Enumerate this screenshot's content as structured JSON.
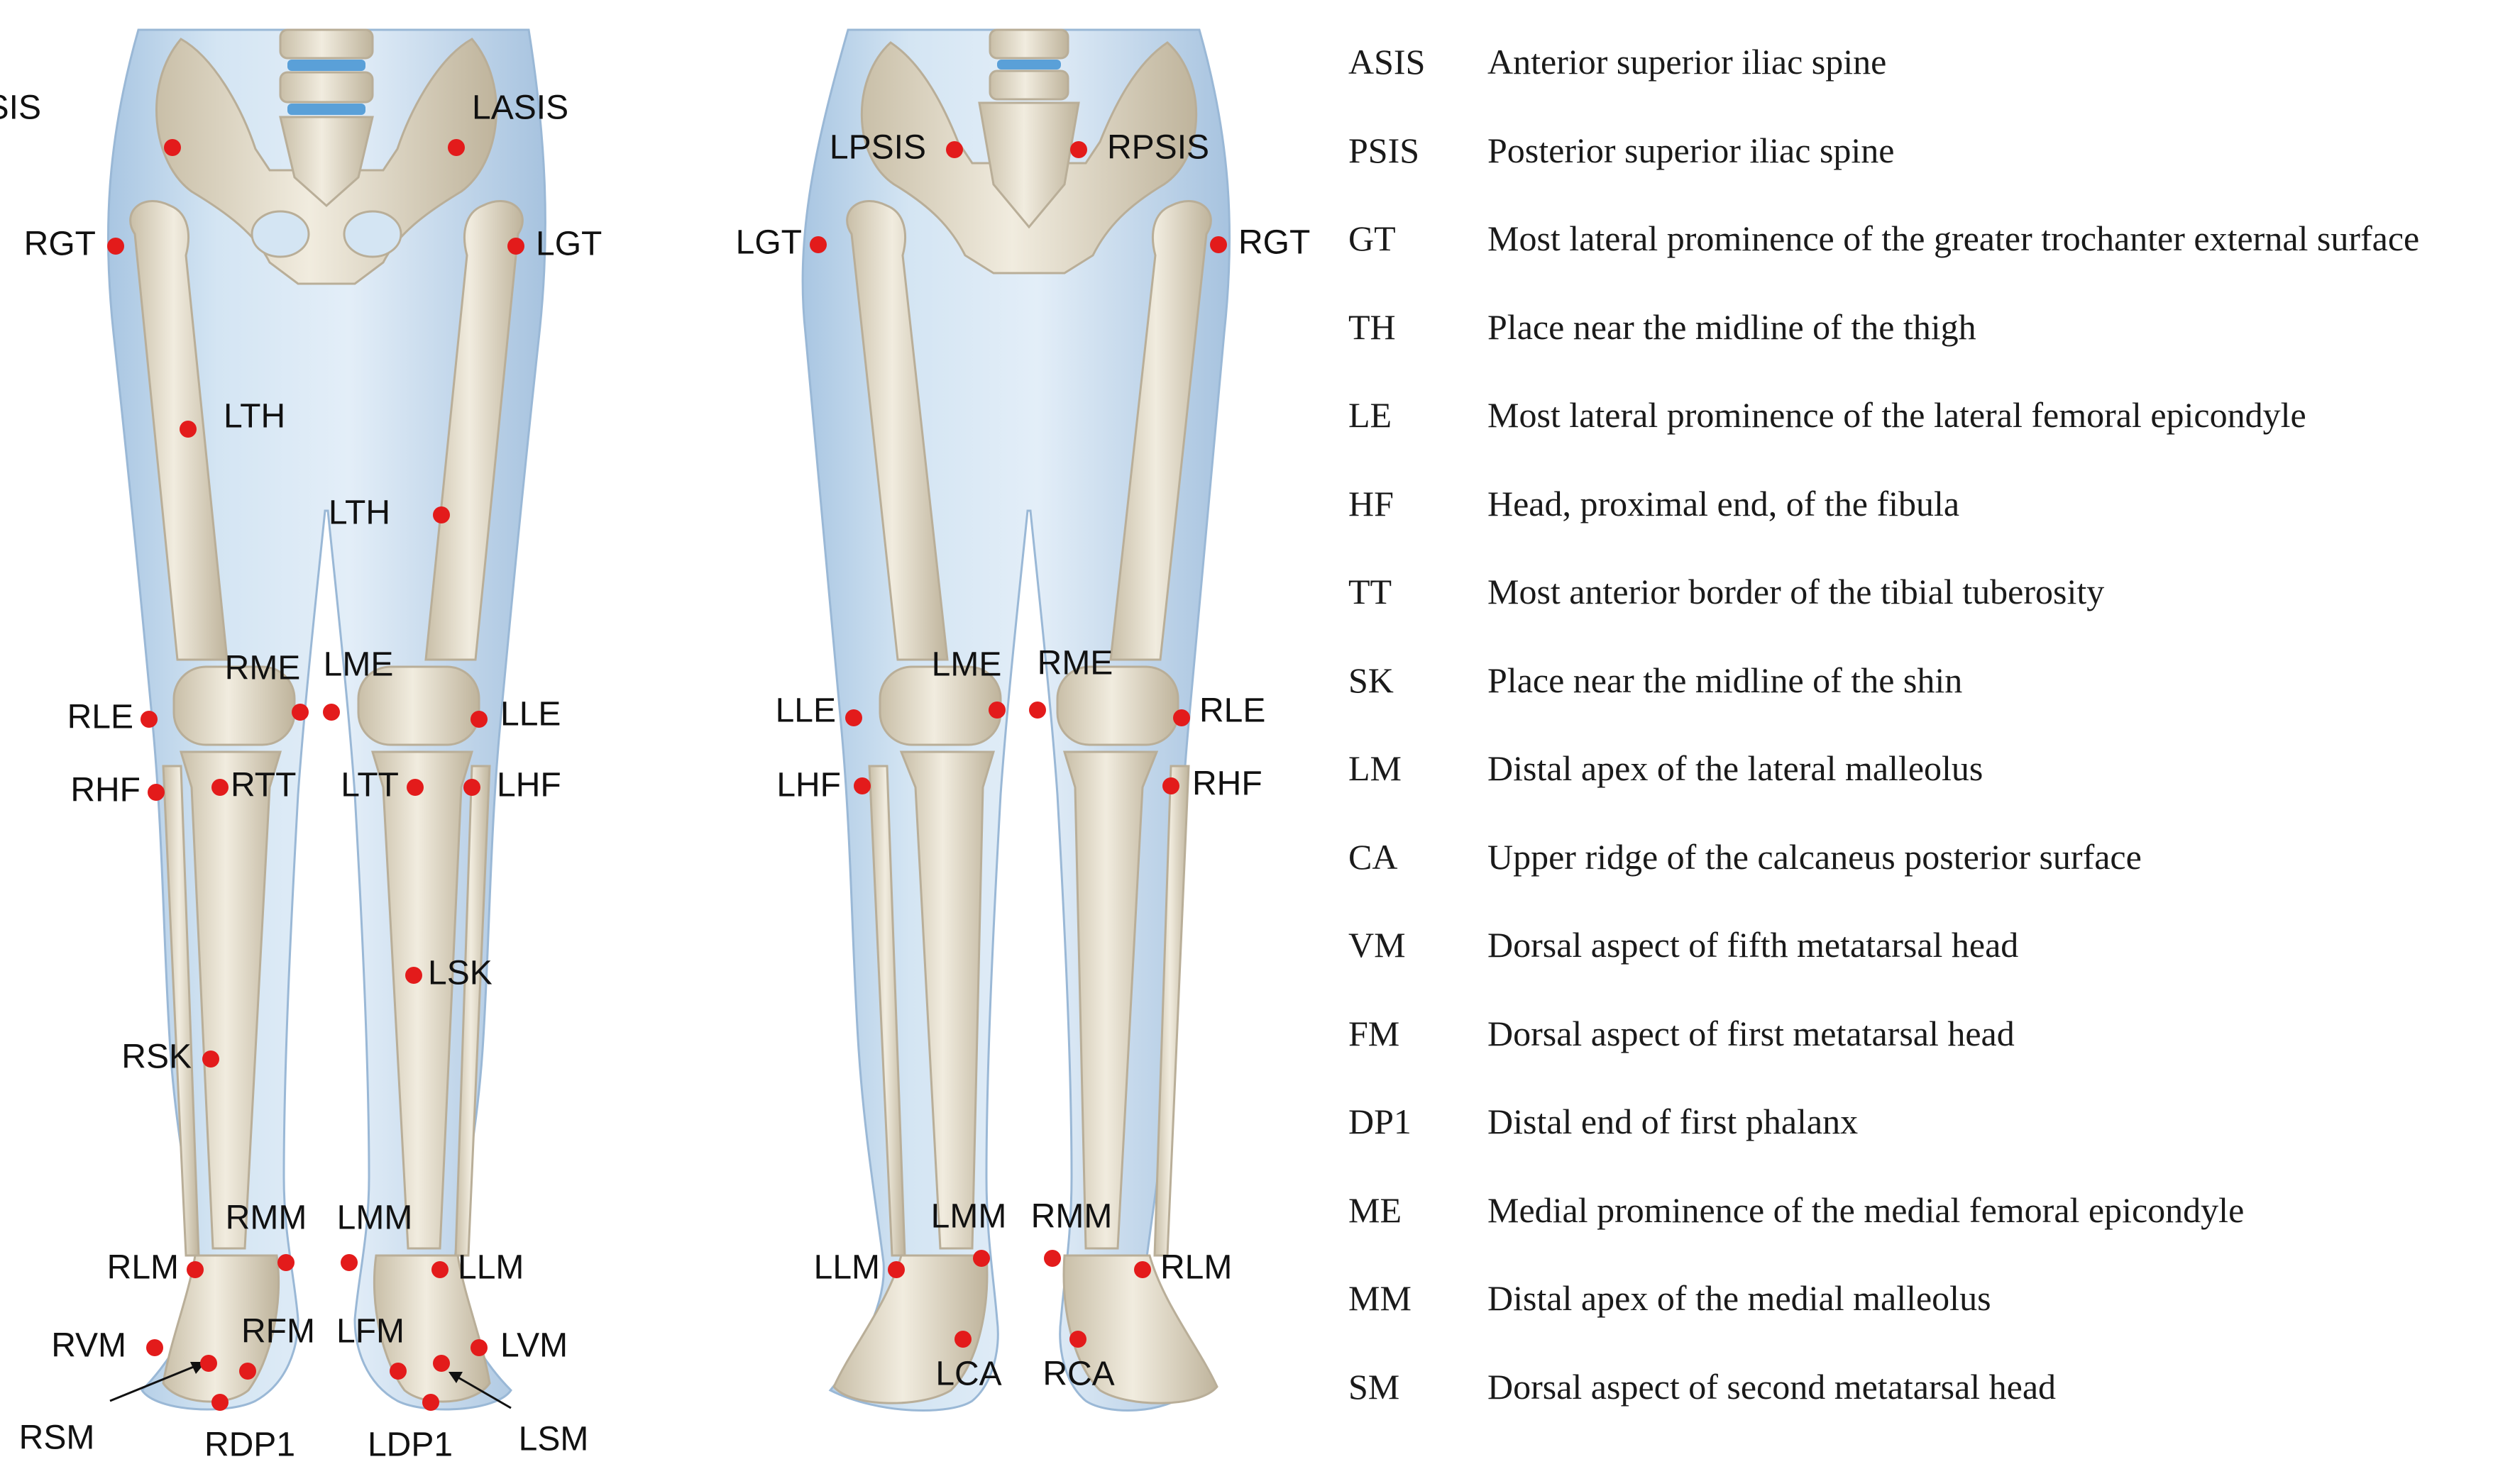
{
  "colors": {
    "marker": "#e31b1b",
    "skin": "#c7dced",
    "skin_edge": "#9ab8d6",
    "bone": "#e9e3d5",
    "bone_edge": "#b9ae98",
    "disc": "#5aa0d8",
    "label": "#111111"
  },
  "views": [
    {
      "name": "anterior",
      "markers": [
        {
          "id": "RASIS",
          "label": "RASIS"
        },
        {
          "id": "LASIS",
          "label": "LASIS"
        },
        {
          "id": "RGT",
          "label": "RGT"
        },
        {
          "id": "LGT",
          "label": "LGT"
        },
        {
          "id": "LTH1",
          "label": "LTH"
        },
        {
          "id": "LTH2",
          "label": "LTH"
        },
        {
          "id": "RME",
          "label": "RME"
        },
        {
          "id": "LME",
          "label": "LME"
        },
        {
          "id": "RLE",
          "label": "RLE"
        },
        {
          "id": "LLE",
          "label": "LLE"
        },
        {
          "id": "RHF",
          "label": "RHF"
        },
        {
          "id": "RTT",
          "label": "RTT"
        },
        {
          "id": "LTT",
          "label": "LTT"
        },
        {
          "id": "LHF",
          "label": "LHF"
        },
        {
          "id": "LSK",
          "label": "LSK"
        },
        {
          "id": "RSK",
          "label": "RSK"
        },
        {
          "id": "RMM",
          "label": "RMM"
        },
        {
          "id": "LMM",
          "label": "LMM"
        },
        {
          "id": "RLM",
          "label": "RLM"
        },
        {
          "id": "LLM",
          "label": "LLM"
        },
        {
          "id": "RVM",
          "label": "RVM"
        },
        {
          "id": "RFM",
          "label": "RFM"
        },
        {
          "id": "LFM",
          "label": "LFM"
        },
        {
          "id": "LVM",
          "label": "LVM"
        },
        {
          "id": "RSM",
          "label": "RSM"
        },
        {
          "id": "RDP1",
          "label": "RDP1"
        },
        {
          "id": "LDP1",
          "label": "LDP1"
        },
        {
          "id": "LSM",
          "label": "LSM"
        }
      ]
    },
    {
      "name": "posterior",
      "markers": [
        {
          "id": "LPSIS",
          "label": "LPSIS"
        },
        {
          "id": "RPSIS",
          "label": "RPSIS"
        },
        {
          "id": "LGT",
          "label": "LGT"
        },
        {
          "id": "RGT",
          "label": "RGT"
        },
        {
          "id": "LLE",
          "label": "LLE"
        },
        {
          "id": "LME",
          "label": "LME"
        },
        {
          "id": "RME",
          "label": "RME"
        },
        {
          "id": "RLE",
          "label": "RLE"
        },
        {
          "id": "LHF",
          "label": "LHF"
        },
        {
          "id": "RHF",
          "label": "RHF"
        },
        {
          "id": "LLM",
          "label": "LLM"
        },
        {
          "id": "LMM",
          "label": "LMM"
        },
        {
          "id": "RMM",
          "label": "RMM"
        },
        {
          "id": "RLM",
          "label": "RLM"
        },
        {
          "id": "LCA",
          "label": "LCA"
        },
        {
          "id": "RCA",
          "label": "RCA"
        }
      ]
    }
  ],
  "legend": [
    {
      "abbr": "ASIS",
      "desc": "Anterior superior iliac spine"
    },
    {
      "abbr": "PSIS",
      "desc": "Posterior superior iliac spine"
    },
    {
      "abbr": "GT",
      "desc": "Most lateral prominence of the greater trochanter external surface"
    },
    {
      "abbr": "TH",
      "desc": "Place near the midline of the thigh"
    },
    {
      "abbr": "LE",
      "desc": "Most lateral prominence of the lateral femoral epicondyle"
    },
    {
      "abbr": "HF",
      "desc": "Head, proximal end, of the fibula"
    },
    {
      "abbr": "TT",
      "desc": "Most anterior border of the tibial tuberosity"
    },
    {
      "abbr": "SK",
      "desc": "Place near the midline of the shin"
    },
    {
      "abbr": "LM",
      "desc": "Distal apex of the lateral malleolus"
    },
    {
      "abbr": "CA",
      "desc": "Upper ridge of the calcaneus posterior surface"
    },
    {
      "abbr": "VM",
      "desc": "Dorsal aspect of fifth metatarsal head"
    },
    {
      "abbr": "FM",
      "desc": "Dorsal aspect of first metatarsal head"
    },
    {
      "abbr": "DP1",
      "desc": "Distal end of first phalanx"
    },
    {
      "abbr": "ME",
      "desc": "Medial prominence of the medial femoral epicondyle"
    },
    {
      "abbr": "MM",
      "desc": "Distal apex of the medial malleolus"
    },
    {
      "abbr": "SM",
      "desc": "Dorsal aspect of second metatarsal head"
    }
  ]
}
